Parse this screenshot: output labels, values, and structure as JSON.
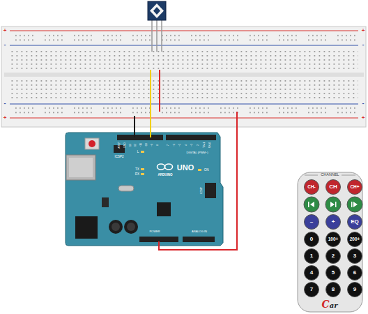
{
  "diagram": {
    "nodes": [
      {
        "text": [
          "CHANNEL"
        ]
      },
      {
        "text": [
          "CH-"
        ],
        "in": 0
      },
      {
        "text": [
          "CH"
        ],
        "in": 0
      },
      {
        "text": [
          "CH+"
        ],
        "in": 0
      },
      {
        "text": [
          "–"
        ],
        "in": 0
      },
      {
        "text": [
          "+"
        ],
        "in": 0
      },
      {
        "text": [
          "EQ"
        ],
        "in": 0
      },
      {
        "text": [
          "0"
        ],
        "in": 0
      },
      {
        "text": [
          "100+"
        ],
        "in": 0
      },
      {
        "text": [
          "200+"
        ],
        "in": 0
      },
      {
        "text": [
          "1"
        ],
        "in": 0
      },
      {
        "text": [
          "2"
        ],
        "in": 0
      },
      {
        "text": [
          "3"
        ],
        "in": 0
      },
      {
        "text": [
          "4"
        ],
        "in": 0
      },
      {
        "text": [
          "5"
        ],
        "in": 0
      },
      {
        "text": [
          "6"
        ],
        "in": 0
      },
      {
        "text": [
          "7"
        ],
        "in": 0
      },
      {
        "text": [
          "8"
        ],
        "in": 0
      },
      {
        "text": [
          "9"
        ],
        "in": 0
      }
    ],
    "labels": [
      "+",
      "+",
      "-",
      "-",
      "-",
      "-",
      "+",
      "+",
      "ICSP2",
      "L",
      "TX",
      "RX",
      "ON",
      "UNO",
      "ARDUINO",
      "ICSP",
      "DIGITAL (PWM~)",
      "POWER",
      "ANALOG IN",
      "Car",
      "AREF",
      "GND",
      "13",
      "12",
      "~11",
      "~10",
      "~9",
      "8",
      "7",
      "~6",
      "~5",
      "4",
      "~3",
      "2",
      "TX▸1",
      "RX◂0"
    ]
  }
}
